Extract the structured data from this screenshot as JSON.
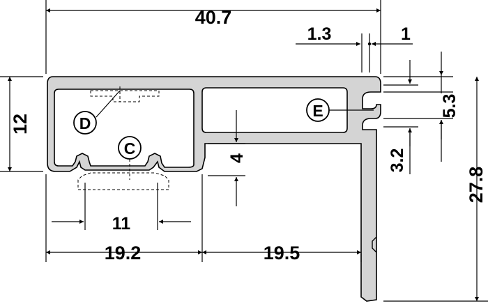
{
  "colors": {
    "profile_fill": "#d4d4d4",
    "stroke": "#000000",
    "background": "#ffffff"
  },
  "dimensions": {
    "overall_width": "40.7",
    "right_wall": "1.3",
    "right_lip": "1",
    "left_height": "12",
    "slot_top": "5.3",
    "slot_bottom": "3.2",
    "overall_height": "27.8",
    "step": "4",
    "opening": "11",
    "left_width": "19.2",
    "middle_width": "19.5"
  },
  "callouts": {
    "c": "C",
    "d": "D",
    "e": "E"
  }
}
